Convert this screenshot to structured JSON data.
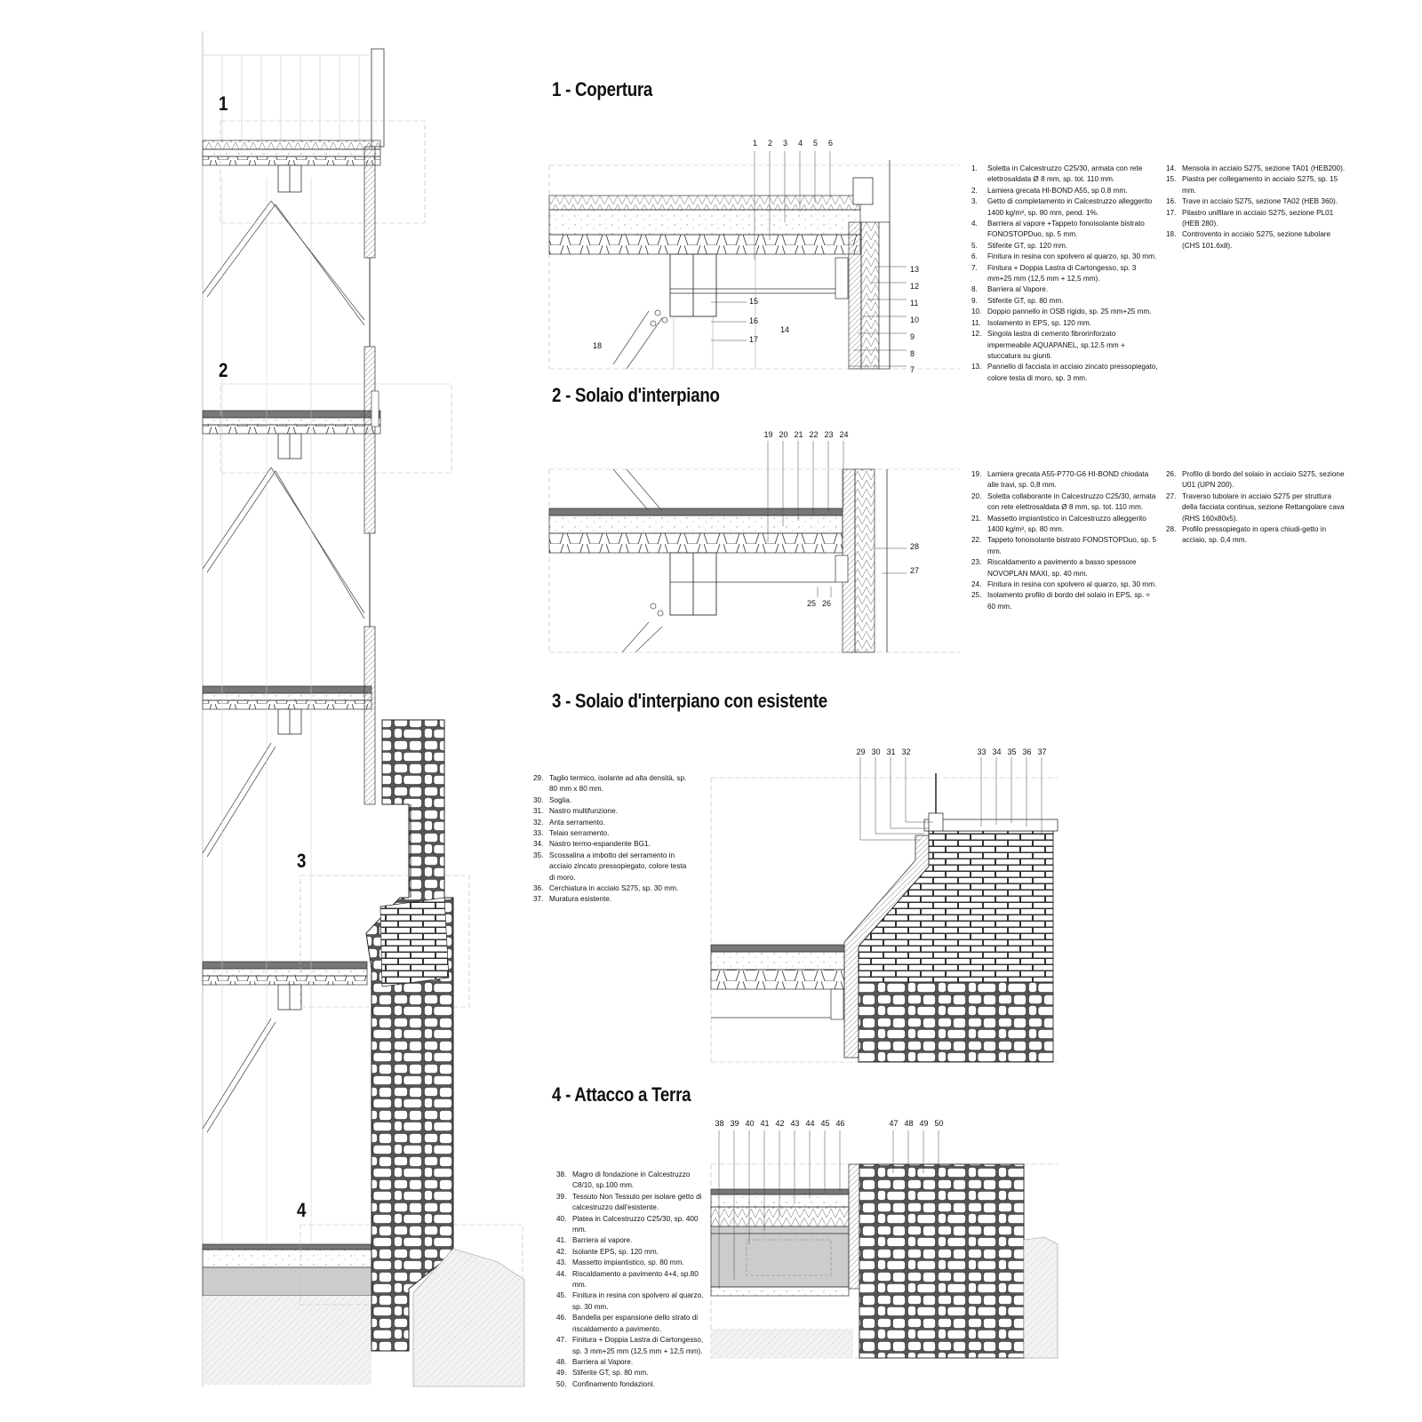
{
  "sheet": {
    "section_markers": [
      "1",
      "2",
      "3",
      "4"
    ]
  },
  "details": [
    {
      "title": "1 - Copertura",
      "callouts_top": [
        "1",
        "2",
        "3",
        "4",
        "5",
        "6"
      ],
      "callouts_right": [
        "13",
        "12",
        "11",
        "10",
        "9",
        "8",
        "7"
      ],
      "callouts_inner": [
        "15",
        "16",
        "17",
        "14",
        "18"
      ],
      "legend_col1": [
        {
          "n": "1.",
          "t": "Soletta in Calcestruzzo C25/30, armata con rete elettrosaldata Ø 8 mm, sp. tot. 110 mm."
        },
        {
          "n": "2.",
          "t": "Lamiera grecata HI-BOND A55, sp 0.8 mm."
        },
        {
          "n": "3.",
          "t": "Getto di completamento in Calcestruzzo alleggerito 1400 kg/m³, sp. 80 mm, pend. 1%."
        },
        {
          "n": "4.",
          "t": "Barriera al vapore +Tappeto fonoisolante bistrato FONOSTOPDuo, sp. 5 mm."
        },
        {
          "n": "5.",
          "t": "Stiferite GT, sp. 120 mm."
        },
        {
          "n": "6.",
          "t": "Finitura in resina con spolvero al quarzo, sp. 30 mm."
        },
        {
          "n": "7.",
          "t": "Finitura + Doppia Lastra di Cartongesso, sp. 3 mm+25 mm (12,5 mm + 12,5 mm)."
        },
        {
          "n": "8.",
          "t": "Barriera al Vapore."
        },
        {
          "n": "9.",
          "t": "Stiferite GT, sp. 80 mm."
        },
        {
          "n": "10.",
          "t": "Doppio pannello in OSB rigido, sp. 25 mm+25 mm."
        },
        {
          "n": "11.",
          "t": "Isolamento in EPS, sp. 120 mm."
        },
        {
          "n": "12.",
          "t": "Singola lastra di cemento fibrorinforzato impermeabile AQUAPANEL, sp.12.5 mm + stuccatura su giunti."
        },
        {
          "n": "13.",
          "t": "Pannello di facciata in acciaio zincato pressopiegato, colore testa di moro, sp. 3 mm."
        }
      ],
      "legend_col2": [
        {
          "n": "14.",
          "t": "Mensola in acciaio S275, sezione TA01 (HEB200)."
        },
        {
          "n": "15.",
          "t": "Piastra per collegamento in acciaio S275, sp. 15 mm."
        },
        {
          "n": "16.",
          "t": "Trave in acciaio S275, sezione TA02 (HEB 360)."
        },
        {
          "n": "17.",
          "t": "Pilastro unifilare in acciaio S275, sezione PL01 (HEB 280)."
        },
        {
          "n": "18.",
          "t": "Controvento in acciaio S275, sezione tubolare (CHS 101.6x8)."
        }
      ]
    },
    {
      "title": "2 - Solaio d'interpiano",
      "callouts_top": [
        "19",
        "20",
        "21",
        "22",
        "23",
        "24"
      ],
      "callouts_right": [
        "28",
        "27"
      ],
      "callouts_inner": [
        "25",
        "26"
      ],
      "legend_col1": [
        {
          "n": "19.",
          "t": "Lamiera grecata A55-P770-G6 HI-BOND chiodata alle travi, sp. 0,8 mm."
        },
        {
          "n": "20.",
          "t": "Soletta collaborante in Calcestruzzo C25/30, armata con rete elettrosaldata Ø 8 mm, sp. tot. 110 mm."
        },
        {
          "n": "21.",
          "t": "Massetto impiantistico in Calcestruzzo alleggerito 1400 kg/m³, sp. 80 mm."
        },
        {
          "n": "22.",
          "t": "Tappeto fonoisolante bistrato FONOSTOPDuo, sp. 5 mm."
        },
        {
          "n": "23.",
          "t": "Riscaldamento a pavimento a basso spessore NOVOPLAN MAXI, sp. 40 mm."
        },
        {
          "n": "24.",
          "t": "Finitura in resina con spolvero al quarzo, sp. 30 mm."
        },
        {
          "n": "25.",
          "t": "Isolamento profilo di bordo del solaio in EPS, sp. ≈ 60 mm."
        }
      ],
      "legend_col2": [
        {
          "n": "26.",
          "t": "Profilo di bordo del solaio in acciaio S275, sezione U01 (UPN 200)."
        },
        {
          "n": "27.",
          "t": "Traverso tubolare in acciaio S275 per struttura della facciata continua, sezione Rettangolare cava (RHS 160x80x5)."
        },
        {
          "n": "28.",
          "t": "Profilo pressopiegato in opera chiudi-getto in acciaio, sp. 0,4 mm."
        }
      ]
    },
    {
      "title": "3 - Solaio d'interpiano con esistente",
      "callouts_top_a": [
        "29",
        "30",
        "31",
        "32"
      ],
      "callouts_top_b": [
        "33",
        "34",
        "35",
        "36",
        "37"
      ],
      "legend_col1": [
        {
          "n": "29.",
          "t": "Taglio termico, isolante ad alta densità, sp. 80 mm x 80 mm."
        },
        {
          "n": "30.",
          "t": "Soglia."
        },
        {
          "n": "31.",
          "t": "Nastro multifunzione."
        },
        {
          "n": "32.",
          "t": "Anta serramento."
        },
        {
          "n": "33.",
          "t": "Telaio serramento."
        },
        {
          "n": "34.",
          "t": "Nastro termo-espandente BG1."
        },
        {
          "n": "35.",
          "t": "Scossalina a imbotto del serramento in acciaio zincato pressopiegato, colore testa di moro."
        },
        {
          "n": "36.",
          "t": "Cerchiatura in acciaio S275, sp. 30 mm."
        },
        {
          "n": "37.",
          "t": "Muratura esistente."
        }
      ]
    },
    {
      "title": "4 - Attacco a Terra",
      "callouts_top_a": [
        "38",
        "39",
        "40",
        "41",
        "42",
        "43",
        "44",
        "45",
        "46"
      ],
      "callouts_top_b": [
        "47",
        "48",
        "49",
        "50"
      ],
      "legend_col1": [
        {
          "n": "38.",
          "t": "Magro di fondazione in Calcestruzzo C8/10, sp.100 mm."
        },
        {
          "n": "39.",
          "t": "Tessuto Non Tessuto per isolare getto di calcestruzzo dall'esistente."
        },
        {
          "n": "40.",
          "t": "Platea in Calcestruzzo C25/30, sp. 400 mm."
        },
        {
          "n": "41.",
          "t": "Barriera al vapore."
        },
        {
          "n": "42.",
          "t": "Isolante EPS, sp. 120 mm."
        },
        {
          "n": "43.",
          "t": "Massetto impiantistico, sp. 80 mm."
        },
        {
          "n": "44.",
          "t": "Riscaldamento a pavimento 4+4, sp.80 mm."
        },
        {
          "n": "45.",
          "t": "Finitura in resina con spolvero al quarzo, sp. 30 mm."
        },
        {
          "n": "46.",
          "t": "Bandella per espansione dello strato di riscaldamento a pavimento."
        },
        {
          "n": "47.",
          "t": "Finitura + Doppia Lastra di Cartongesso, sp. 3 mm+25 mm (12,5 mm + 12,5 mm)."
        },
        {
          "n": "48.",
          "t": "Barriera al Vapore."
        },
        {
          "n": "49.",
          "t": "Stiferite GT, sp. 80 mm."
        },
        {
          "n": "50.",
          "t": "Confinamento fondazioni."
        }
      ]
    }
  ]
}
